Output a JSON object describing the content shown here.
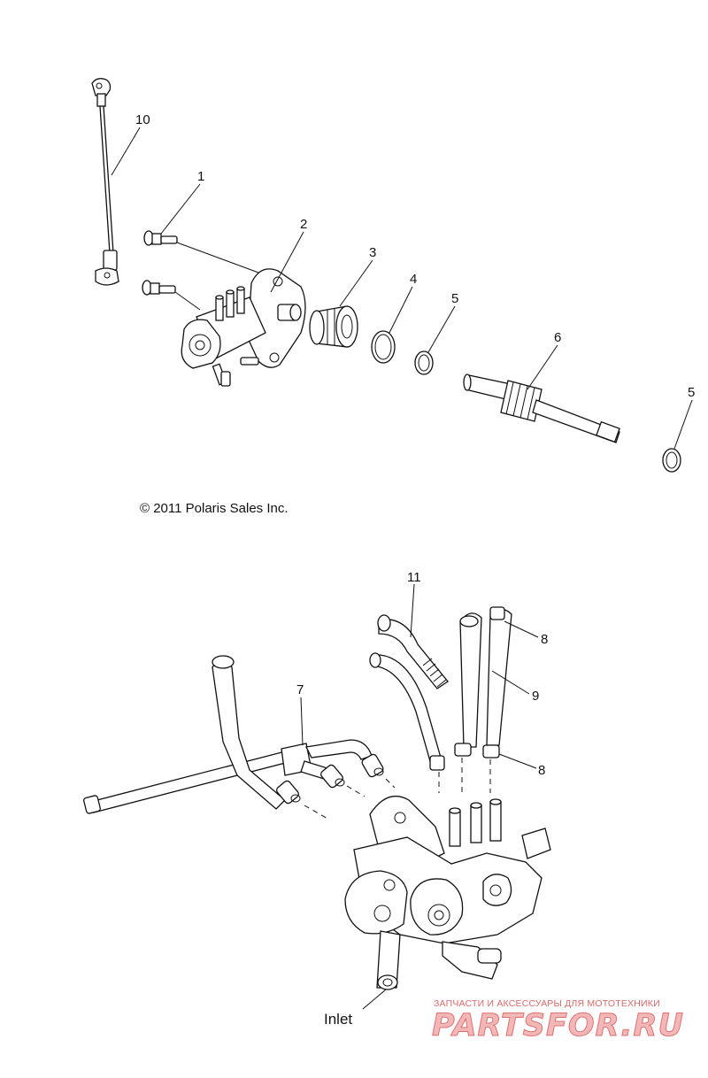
{
  "top_diagram": {
    "callouts": [
      {
        "id": "1",
        "label": "1"
      },
      {
        "id": "2",
        "label": "2"
      },
      {
        "id": "3",
        "label": "3"
      },
      {
        "id": "4",
        "label": "4"
      },
      {
        "id": "5a",
        "label": "5"
      },
      {
        "id": "6",
        "label": "6"
      },
      {
        "id": "5b",
        "label": "5"
      },
      {
        "id": "10",
        "label": "10"
      }
    ],
    "copyright": "© 2011 Polaris Sales Inc."
  },
  "bottom_diagram": {
    "callouts": [
      {
        "id": "11",
        "label": "11"
      },
      {
        "id": "8a",
        "label": "8"
      },
      {
        "id": "9",
        "label": "9"
      },
      {
        "id": "7",
        "label": "7"
      },
      {
        "id": "8b",
        "label": "8"
      }
    ],
    "inlet_label": "Inlet"
  },
  "watermark": {
    "tagline": "ЗАПЧАСТИ И АКСЕССУАРЫ ДЛЯ МОТОТЕХНИКИ",
    "brand": "PARTSFOR.RU",
    "color": "#e07070"
  }
}
